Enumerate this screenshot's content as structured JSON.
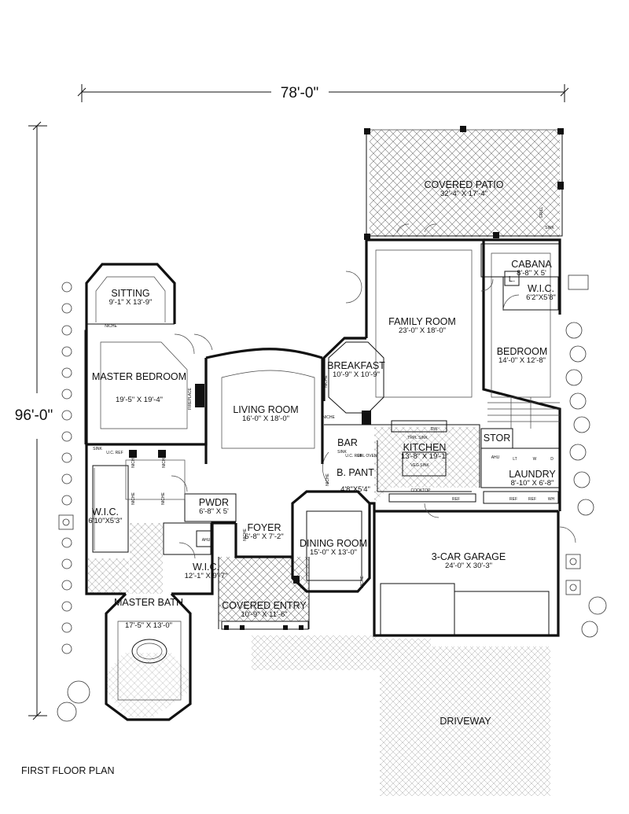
{
  "plan_title": "FIRST FLOOR PLAN",
  "dimensions": {
    "overall_width": "78'-0\"",
    "overall_depth": "96'-0\""
  },
  "rooms": [
    {
      "id": "covered-patio",
      "name": "COVERED PATIO",
      "size": "32'-4\" X 17'-4\""
    },
    {
      "id": "cabana",
      "name": "CABANA",
      "size": "8'-8\" X 5'"
    },
    {
      "id": "wic-cabana",
      "name": "W.I.C.",
      "size": "6'2\"X5'8\""
    },
    {
      "id": "sitting",
      "name": "SITTING",
      "size": "9'-1\" X 13'-9\""
    },
    {
      "id": "family-room",
      "name": "FAMILY ROOM",
      "size": "23'-0\" X 18'-0\""
    },
    {
      "id": "bedroom",
      "name": "BEDROOM",
      "size": "14'-0\" X 12'-8\""
    },
    {
      "id": "master-bedroom",
      "name": "MASTER BEDROOM",
      "size": "19'-5\" X 19'-4\""
    },
    {
      "id": "breakfast",
      "name": "BREAKFAST",
      "size": "10'-9\" X 10'-9\""
    },
    {
      "id": "living-room",
      "name": "LIVING ROOM",
      "size": "16'-0\" X 18'-0\""
    },
    {
      "id": "kitchen",
      "name": "KITCHEN",
      "size": "13'-8\" X 19'-1\""
    },
    {
      "id": "bar",
      "name": "BAR",
      "size": ""
    },
    {
      "id": "b-pant",
      "name": "B. PANT",
      "size": "4'8\"X5'4\""
    },
    {
      "id": "stor",
      "name": "STOR",
      "size": ""
    },
    {
      "id": "laundry",
      "name": "LAUNDRY",
      "size": "8'-10\" X 6'-8\""
    },
    {
      "id": "wic-master",
      "name": "W.I.C.",
      "size": "6'10\"X5'3\""
    },
    {
      "id": "pwdr",
      "name": "PWDR",
      "size": "6'-8\" X 5'"
    },
    {
      "id": "foyer",
      "name": "FOYER",
      "size": "6'-8\" X 7'-2\""
    },
    {
      "id": "dining-room",
      "name": "DINING ROOM",
      "size": "15'-0\" X 13'-0\""
    },
    {
      "id": "three-car-garage",
      "name": "3-CAR GARAGE",
      "size": "24'-0\" X 30'-3\""
    },
    {
      "id": "wic-foyer",
      "name": "W.I.C.",
      "size": "12'-1\" X 9'-7\""
    },
    {
      "id": "master-bath",
      "name": "MASTER BATH",
      "size": "17'-5\" X 13'-0\""
    },
    {
      "id": "covered-entry",
      "name": "COVERED ENTRY",
      "size": "10'-9\" X 11'-6\""
    },
    {
      "id": "driveway",
      "name": "DRIVEWAY",
      "size": ""
    }
  ],
  "fixture_labels": {
    "niche": "NICHE",
    "fireplace": "FIREPLACE",
    "sink": "SINK",
    "uc_ref": "U.C. REF",
    "dbl_oven": "DBL OVEN",
    "trpl_sink": "TRPL SINK",
    "dw": "DW",
    "veg_sink": "VEG SINK",
    "cooktop": "COOKTOP",
    "ref": "REF",
    "ahu": "AHU",
    "grill": "GRILL",
    "l": "L.",
    "lt": "LT",
    "w": "W",
    "d": "D",
    "wh": "WH"
  }
}
